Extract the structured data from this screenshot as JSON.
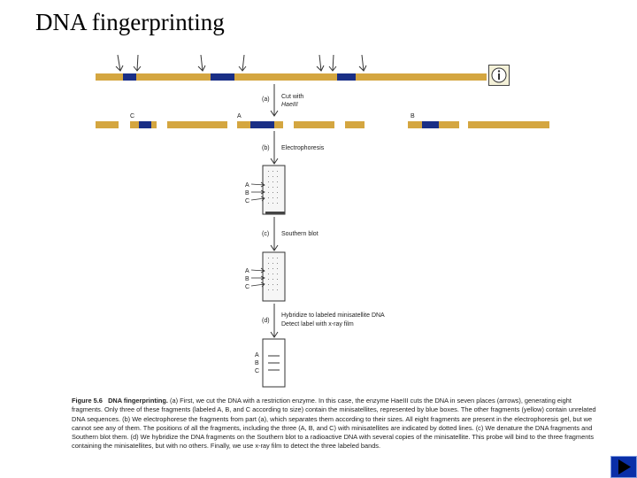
{
  "slide": {
    "title": "DNA fingerprinting"
  },
  "diagram": {
    "steps": [
      {
        "label": "(a)",
        "text": [
          "Cut with",
          "HaeIII"
        ]
      },
      {
        "label": "(b)",
        "text": [
          "Electrophoresis"
        ]
      },
      {
        "label": "(c)",
        "text": [
          "Southern blot"
        ]
      },
      {
        "label": "(d)",
        "text": [
          "Hybridize to labeled minisatellite DNA",
          "Detect label with x-ray film"
        ]
      }
    ],
    "fragment_labels": [
      "C",
      "A",
      "B"
    ],
    "lane_labels": [
      "A",
      "B",
      "C"
    ]
  },
  "caption": {
    "figure": "Figure 5.6",
    "heading": "DNA fingerprinting.",
    "body": " (a) First, we cut the DNA with a restriction enzyme. In this case, the enzyme HaeIII cuts the DNA in seven places (arrows), generating eight fragments. Only three of these fragments (labeled A, B, and C according to size) contain the minisatellites, represented by blue boxes. The other fragments (yellow) contain unrelated DNA sequences. (b) We electrophorese the fragments from part (a), which separates them according to their sizes. All eight fragments are present in the electrophoresis gel, but we cannot see any of them. The positions of all the fragments, including the three (A, B, and C) with minisatellites are indicated by dotted lines. (c) We denature the DNA fragments and Southern blot them. (d) We hybridize the DNA fragments on the Southern blot to a radioactive DNA with several copies of the minisatellite. This probe will bind to the three fragments containing the minisatellites, but with no others. Finally, we use x-ray film to detect the three labeled bands."
  },
  "colors": {
    "dna": "#d4a640",
    "minisatellite": "#1a2f86",
    "nav_button": "#0a2fa8"
  },
  "icons": {
    "info": "info-icon",
    "next": "next-arrow-icon"
  }
}
